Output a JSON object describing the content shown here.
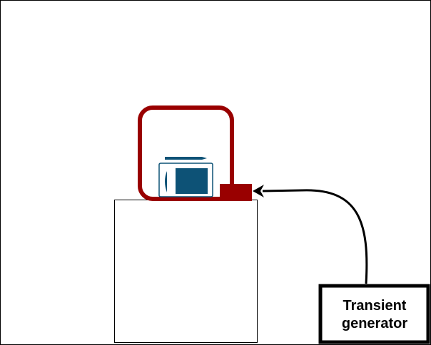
{
  "diagram": {
    "generator_label_line1": "Transient",
    "generator_label_line2": "generator"
  },
  "colors": {
    "outline": "#000000",
    "enclosure": "#990000",
    "terminal": "#990000",
    "device_accent": "#0d5276",
    "background": "#ffffff"
  },
  "icons": {
    "device": "tablet-device-icon",
    "connector": "connection-arrow"
  }
}
